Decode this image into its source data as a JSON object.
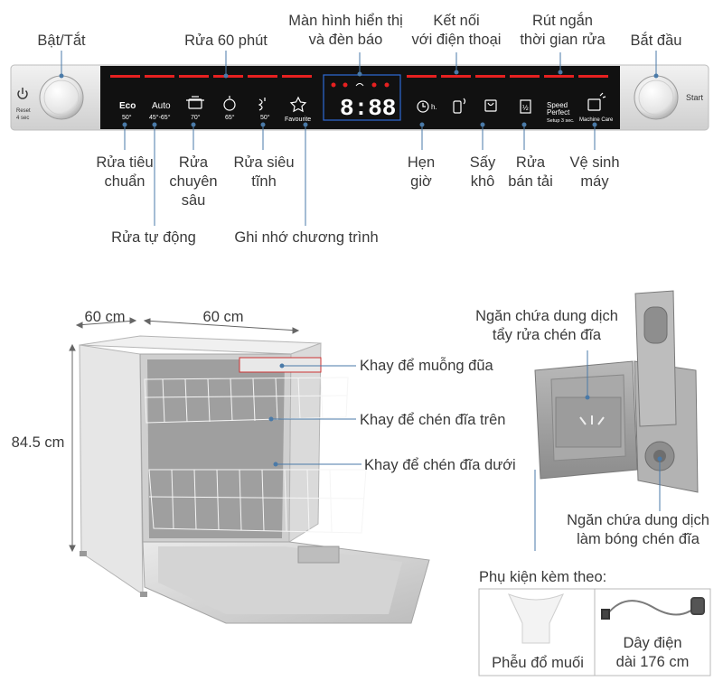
{
  "panel": {
    "power_label": "Bật/Tắt",
    "rinse60_label": "Rửa 60 phút",
    "display_label": "Màn hình hiển thị\nvà đèn báo",
    "connect_label": "Kết nối\nvới điện thoại",
    "speed_label": "Rút ngắn\nthời gian rửa",
    "start_label": "Bắt đầu",
    "eco_label": "Rửa tiêu\nchuẩn",
    "auto_label": "Rửa tự động",
    "intensive_label": "Rửa\nchuyên\nsâu",
    "silent_label": "Rửa siêu\ntĩnh",
    "favourite_label": "Ghi nhớ chương trình",
    "timer_label": "Hẹn\ngiờ",
    "dry_label": "Sấy\nkhô",
    "half_label": "Rửa\nbán tải",
    "machinecare_label": "Vệ sinh\nmáy",
    "reset_text": "Reset",
    "reset_sub": "4 sec",
    "start_text": "Start",
    "display_digits": "8:88",
    "buttons": {
      "eco": "Eco",
      "eco_temp": "50°",
      "auto": "Auto",
      "auto_temp": "45°-65°",
      "intensive_temp": "70°",
      "rinse60_temp": "65°",
      "silent_temp": "50°",
      "favourite": "Favourite",
      "timer": "h.",
      "speed1": "Speed",
      "speed2": "Perfect",
      "speed3": "Setup 3 sec.",
      "machinecare": "Machine Care"
    }
  },
  "dimensions": {
    "depth": "60 cm",
    "width": "60 cm",
    "height": "84.5 cm"
  },
  "racks": {
    "cutlery": "Khay để muỗng đũa",
    "upper": "Khay để chén đĩa trên",
    "lower": "Khay để chén đĩa dưới"
  },
  "dispenser": {
    "detergent": "Ngăn chứa dung dịch\ntẩy rửa chén đĩa",
    "rinse_aid": "Ngăn chứa dung dịch\nlàm bóng chén đĩa"
  },
  "accessories": {
    "title": "Phụ kiện kèm theo:",
    "funnel": "Phễu đổ muối",
    "cable": "Dây điện\ndài 176 cm"
  },
  "colors": {
    "panel_bg": "#111111",
    "panel_silver": "#d9d9d9",
    "led_red": "#e62020",
    "leader_blue": "#4a7aa8",
    "display_border": "#2f6bd6"
  }
}
